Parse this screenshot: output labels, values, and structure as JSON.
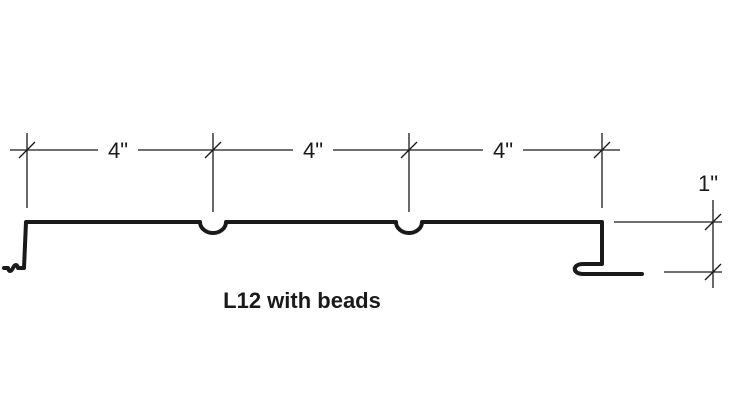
{
  "dimensions": {
    "spacing_1": "4\"",
    "spacing_2": "4\"",
    "spacing_3": "4\"",
    "height": "1\""
  },
  "caption": "L12 with beads",
  "colors": {
    "ink": "#1a1a1a",
    "background": "#ffffff"
  }
}
